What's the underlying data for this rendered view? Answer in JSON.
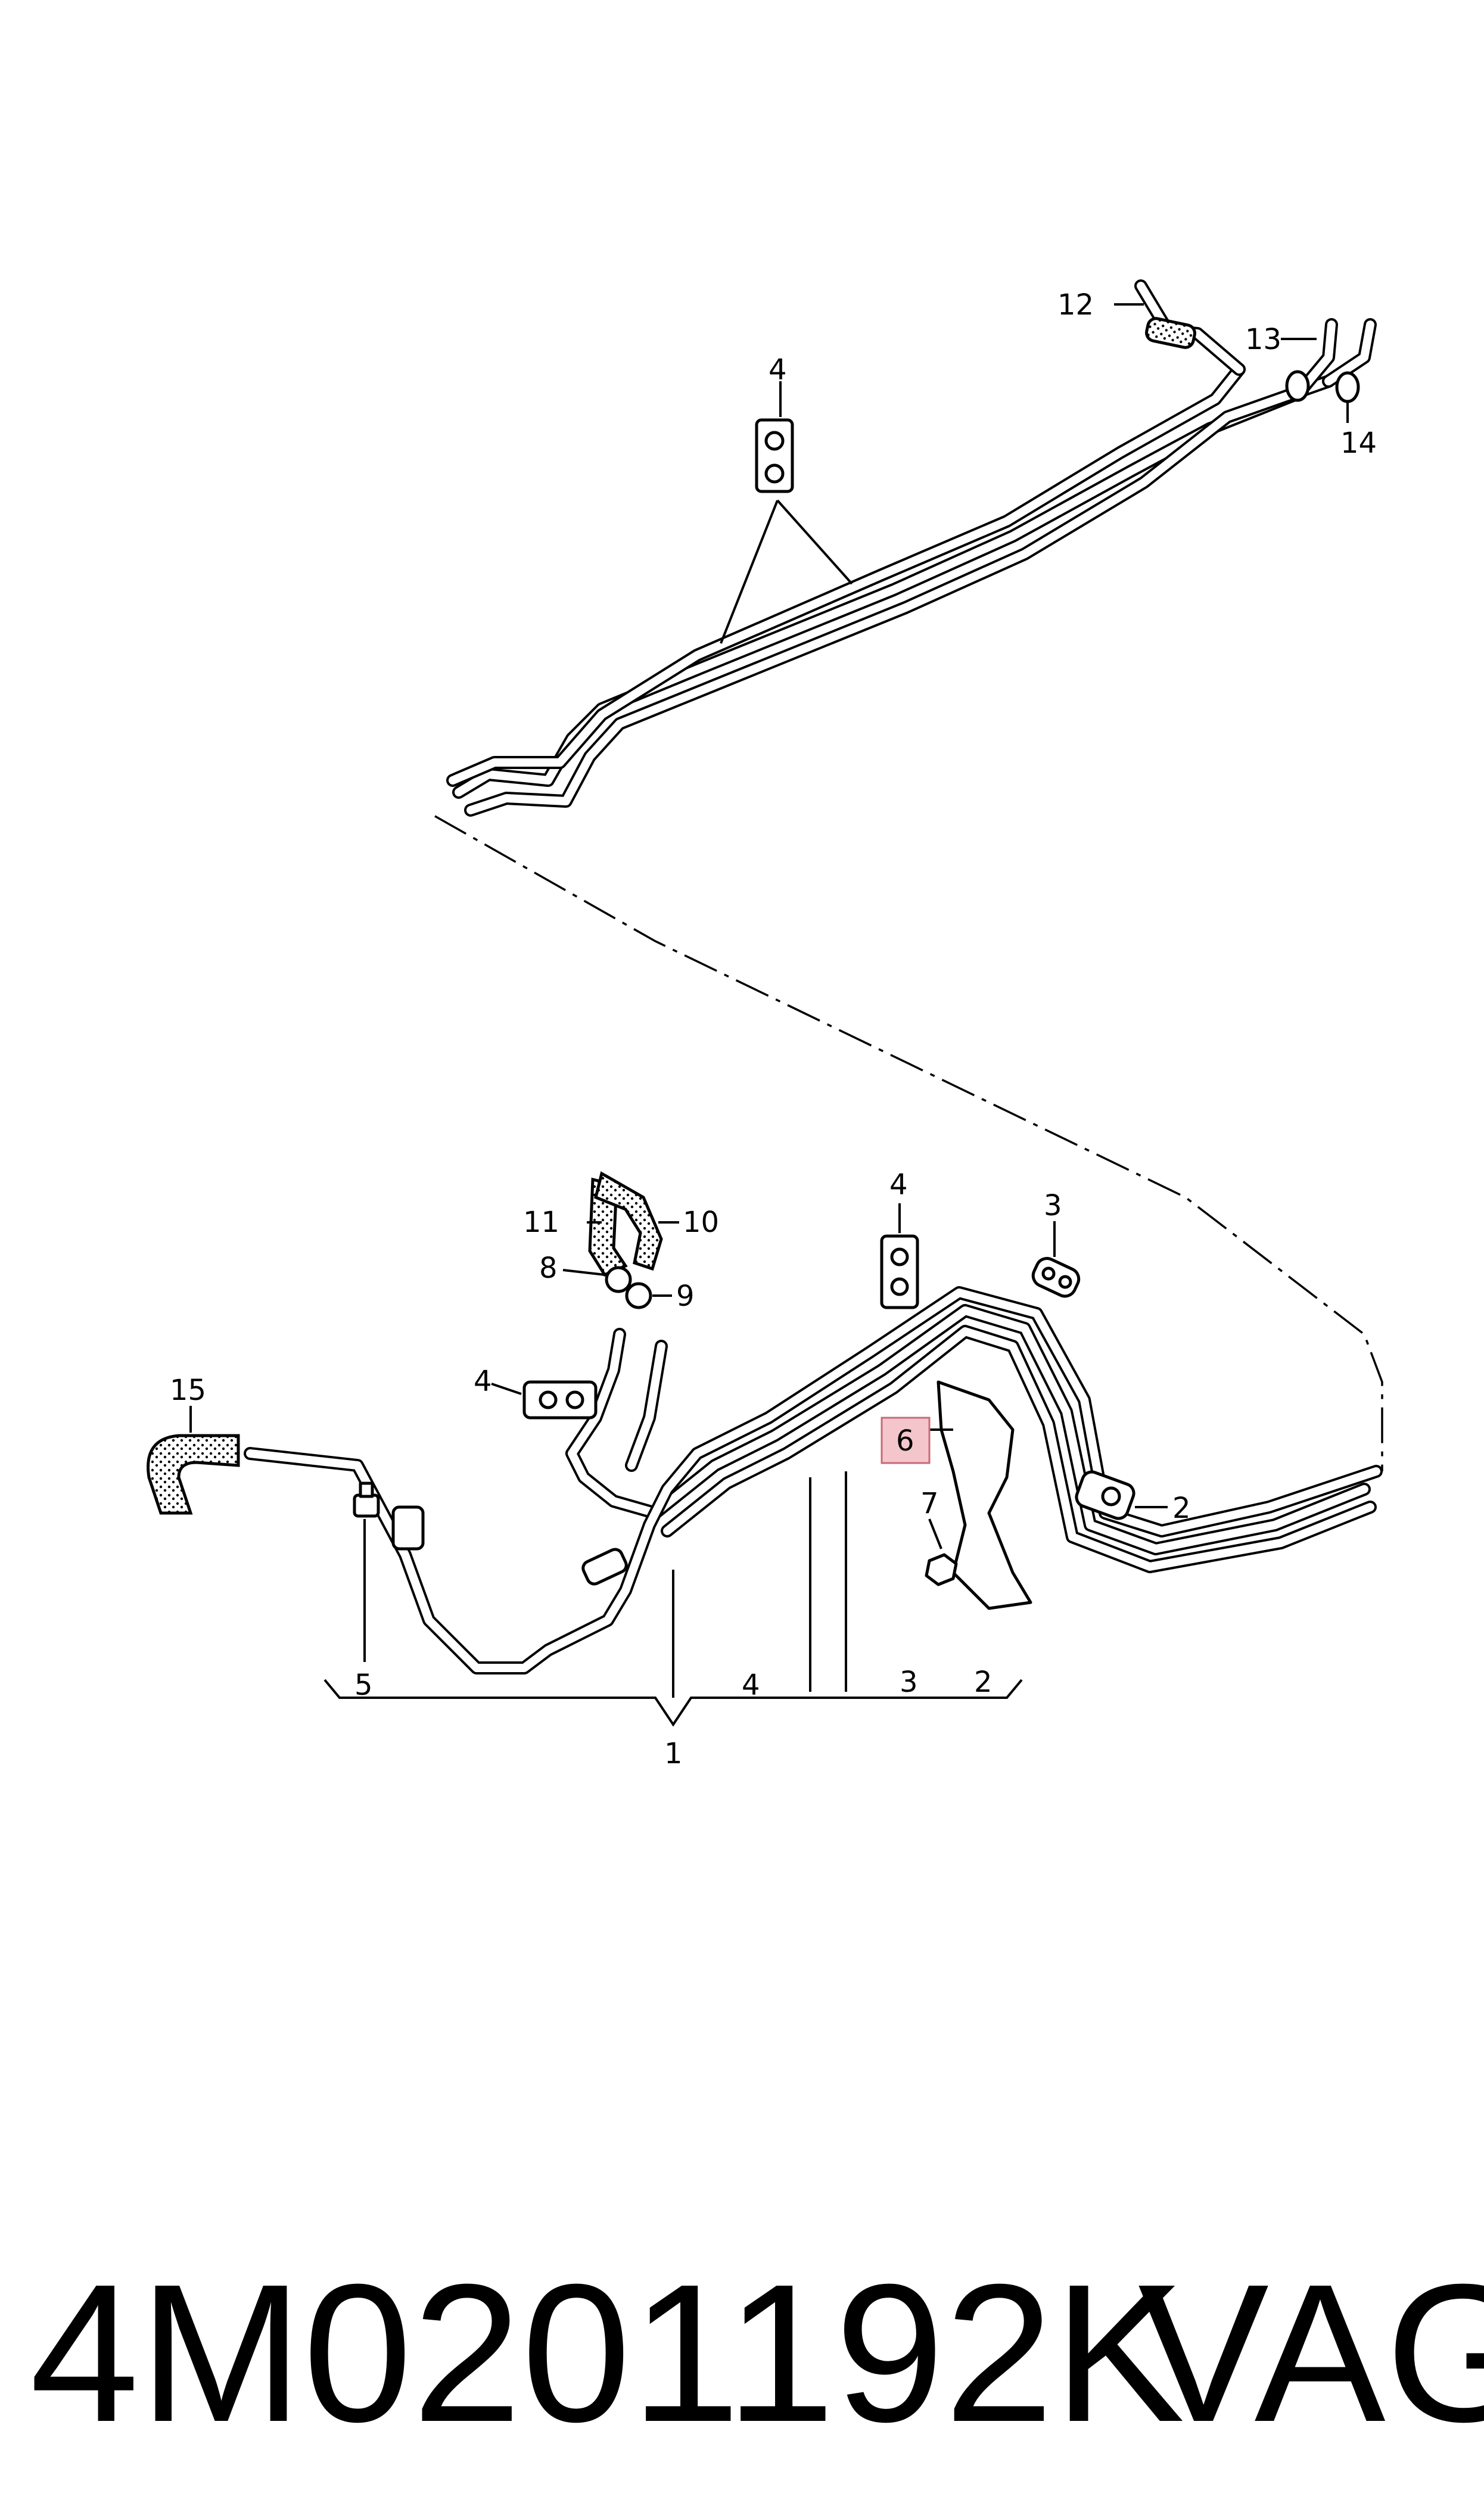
{
  "diagram": {
    "callouts": {
      "c1": "1",
      "c2a": "2",
      "c2b": "2",
      "c3a": "3",
      "c3b": "3",
      "c4a": "4",
      "c4b": "4",
      "c4c": "4",
      "c4d": "4",
      "c5": "5",
      "c6": "6",
      "c7": "7",
      "c8": "8",
      "c9": "9",
      "c10": "10",
      "c11": "11",
      "c12": "12",
      "c13": "13",
      "c14": "14",
      "c15": "15"
    },
    "highlight_color": "#f4c6cc"
  },
  "footer": {
    "part_number": "4M0201192K",
    "brand": "VAG"
  }
}
